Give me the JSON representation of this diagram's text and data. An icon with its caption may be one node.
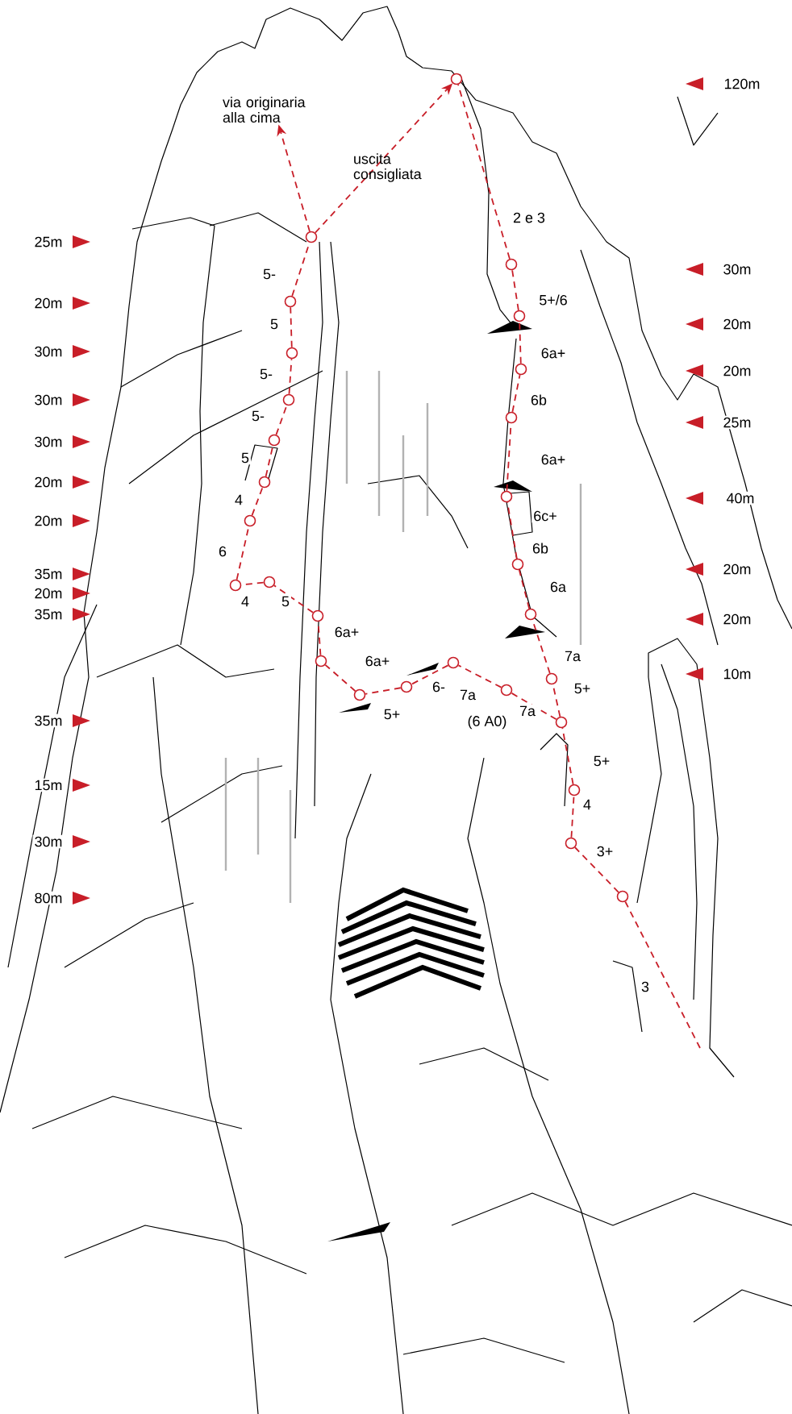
{
  "diagram": {
    "nodes": [
      {
        "text": [
          "via originaria alla cima"
        ]
      },
      {
        "text": [],
        "shape": "circle"
      },
      {
        "text": [],
        "shape": "circle"
      },
      {
        "text": [],
        "shape": "circle"
      },
      {
        "text": [],
        "shape": "circle"
      },
      {
        "text": [],
        "shape": "circle"
      },
      {
        "text": [],
        "shape": "circle"
      },
      {
        "text": [],
        "shape": "circle"
      },
      {
        "text": [],
        "shape": "circle"
      },
      {
        "text": [],
        "shape": "circle"
      },
      {
        "text": [],
        "shape": "circle"
      },
      {
        "text": [],
        "shape": "circle"
      },
      {
        "text": [],
        "shape": "circle"
      },
      {
        "text": [],
        "shape": "circle"
      },
      {
        "text": [],
        "shape": "circle"
      },
      {
        "text": [],
        "shape": "circle"
      },
      {
        "text": [],
        "shape": "circle"
      },
      {
        "text": [],
        "shape": "circle"
      },
      {
        "text": [],
        "shape": "circle"
      },
      {
        "text": [],
        "shape": "circle"
      },
      {
        "text": [],
        "shape": "circle"
      },
      {
        "text": [],
        "shape": "circle"
      },
      {
        "text": [],
        "shape": "circle"
      },
      {
        "text": [],
        "shape": "circle"
      },
      {
        "text": [],
        "shape": "circle"
      },
      {
        "text": [],
        "shape": "circle"
      },
      {
        "text": [],
        "shape": "circle"
      },
      {
        "text": [],
        "shape": "circle"
      },
      {
        "text": [],
        "shape": "circle"
      }
    ],
    "edges": [
      {
        "from": null,
        "to": 28,
        "arrow": "none"
      },
      {
        "from": 28,
        "to": 27,
        "arrow": "none"
      },
      {
        "from": 27,
        "to": 26,
        "arrow": "none"
      },
      {
        "from": 26,
        "to": 25,
        "arrow": "none"
      },
      {
        "from": 25,
        "to": 24,
        "arrow": "none"
      },
      {
        "from": 24,
        "to": 23,
        "arrow": "none"
      },
      {
        "from": 23,
        "to": 22,
        "arrow": "none"
      },
      {
        "from": 22,
        "to": 21,
        "arrow": "none"
      },
      {
        "from": 21,
        "to": 20,
        "arrow": "none"
      },
      {
        "from": 20,
        "to": 19,
        "arrow": "none"
      },
      {
        "from": 19,
        "to": 18,
        "arrow": "none"
      },
      {
        "from": 18,
        "to": 17,
        "arrow": "none"
      },
      {
        "from": 17,
        "to": 1,
        "arrow": "none"
      },
      {
        "from": 25,
        "to": 16,
        "arrow": "none"
      },
      {
        "from": 16,
        "to": 15,
        "arrow": "none"
      },
      {
        "from": 15,
        "to": 14,
        "arrow": "none"
      },
      {
        "from": 14,
        "to": 13,
        "arrow": "none"
      },
      {
        "from": 13,
        "to": 12,
        "arrow": "none"
      },
      {
        "from": 12,
        "to": 11,
        "arrow": "none"
      },
      {
        "from": 11,
        "to": 10,
        "arrow": "none"
      },
      {
        "from": 10,
        "to": 9,
        "arrow": "none"
      },
      {
        "from": 9,
        "to": 8,
        "arrow": "none"
      },
      {
        "from": 8,
        "to": 7,
        "arrow": "none"
      },
      {
        "from": 7,
        "to": 6,
        "arrow": "none"
      },
      {
        "from": 6,
        "to": 5,
        "arrow": "none"
      },
      {
        "from": 5,
        "to": 4,
        "arrow": "none"
      },
      {
        "from": 4,
        "to": 3,
        "arrow": "none"
      },
      {
        "from": 3,
        "to": 2,
        "arrow": "none"
      },
      {
        "from": 2,
        "to": 1,
        "arrow": "to"
      },
      {
        "from": 2,
        "to": 0,
        "arrow": "to"
      }
    ],
    "labels": [
      "uscita consigliata",
      "25m",
      "20m",
      "30m",
      "30m",
      "30m",
      "20m",
      "20m",
      "35m",
      "20m",
      "35m",
      "35m",
      "15m",
      "30m",
      "80m",
      "5-",
      "5",
      "5-",
      "5-",
      "5",
      "4",
      "6",
      "4",
      "5",
      "6a+",
      "6a+",
      "5+",
      "6-",
      "7a",
      "(6 A0)",
      "7a",
      "2 e 3",
      "5+/6",
      "6a+",
      "6b",
      "6a+",
      "6c+",
      "6b",
      "6a",
      "7a",
      "5+",
      "5+",
      "4",
      "3+",
      "3",
      "120m",
      "30m",
      "20m",
      "20m",
      "25m",
      "40m",
      "20m",
      "20m",
      "10m"
    ]
  }
}
